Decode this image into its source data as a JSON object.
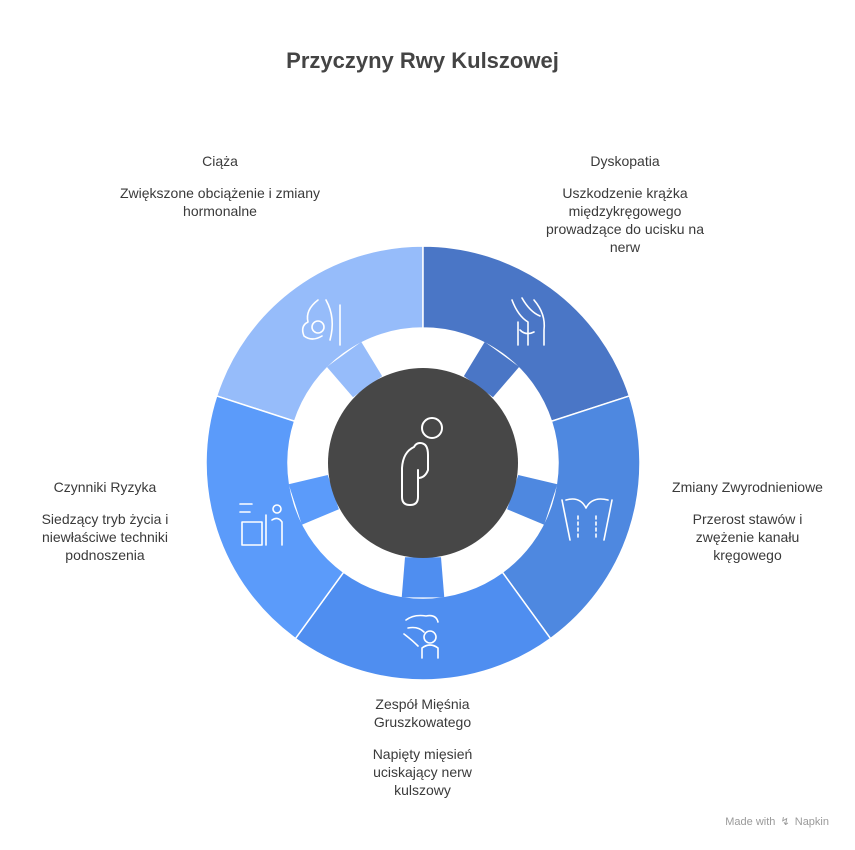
{
  "title": "Przyczyny Rwy Kulszowej",
  "causes": [
    {
      "name": "Ciąża",
      "description": "Zwiększone obciążenie i zmiany hormonalne",
      "color": "#96BCFA",
      "icon": "pregnant-woman-icon"
    },
    {
      "name": "Dyskopatia",
      "description": "Uszkodzenie krążka międzykręgowego prowadzące do ucisku na nerw",
      "color": "#4A76C6",
      "icon": "knee-joint-icon"
    },
    {
      "name": "Zmiany Zwyrodnieniowe",
      "description": "Przerost stawów i zwężenie kanału kręgowego",
      "color": "#4E88E0",
      "icon": "torso-icon"
    },
    {
      "name": "Zespół Mięśnia Gruszkowatego",
      "description": "Napięty mięsień uciskający nerw kulszowy",
      "color": "#4F8EF0",
      "icon": "massage-icon"
    },
    {
      "name": "Czynniki Ryzyka",
      "description": "Siedzący tryb życia i niewłaściwe techniki podnoszenia",
      "color": "#5B9BFA",
      "icon": "desk-worker-icon"
    }
  ],
  "center": {
    "color": "#474747",
    "icon": "person-back-pain-icon"
  },
  "footer": {
    "made_with": "Made with",
    "brand": "Napkin"
  }
}
